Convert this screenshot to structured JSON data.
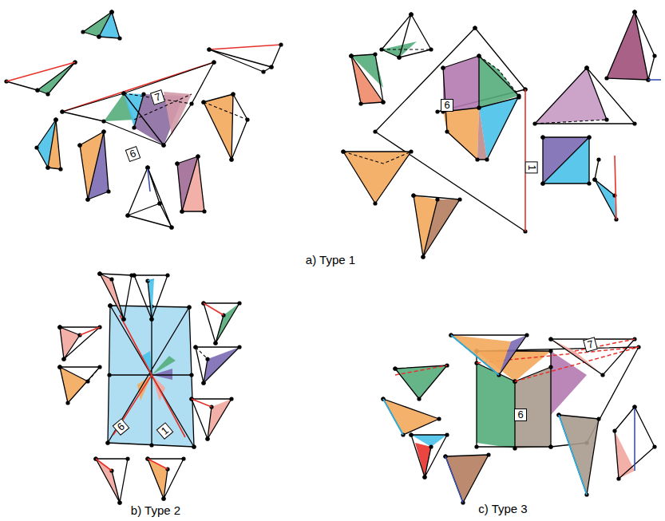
{
  "diagram": {
    "labels": [
      "7",
      "6",
      "6",
      "1",
      "6",
      "1",
      "7",
      "6",
      "a) Type 1",
      "b) Type 2",
      "c) Type 3"
    ]
  }
}
